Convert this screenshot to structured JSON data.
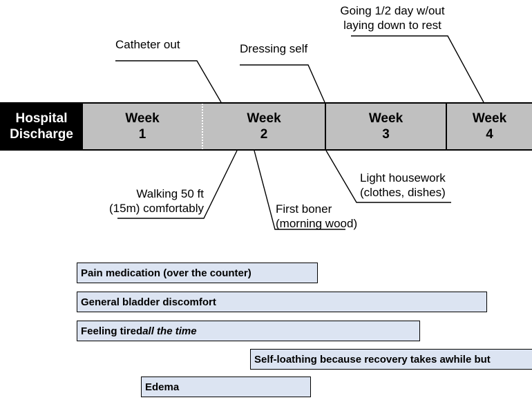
{
  "timeline": {
    "discharge_label_line1": "Hospital",
    "discharge_label_line2": "Discharge",
    "weeks": [
      {
        "word": "Week",
        "number": "1"
      },
      {
        "word": "Week",
        "number": "2"
      },
      {
        "word": "Week",
        "number": "3"
      },
      {
        "word": "Week",
        "number": "4"
      }
    ]
  },
  "callouts_above": [
    {
      "name": "catheter-out",
      "lines": [
        "Catheter out"
      ]
    },
    {
      "name": "dressing-self",
      "lines": [
        "Dressing self"
      ]
    },
    {
      "name": "half-day-no-rest",
      "lines": [
        "Going 1/2 day w/out",
        "laying down to rest"
      ]
    }
  ],
  "callouts_below": [
    {
      "name": "walking-50ft",
      "lines": [
        "Walking 50 ft",
        "(15m) comfortably"
      ]
    },
    {
      "name": "first-boner",
      "lines": [
        "First boner",
        "(morning wood)"
      ]
    },
    {
      "name": "light-housework",
      "lines": [
        "Light housework",
        "(clothes, dishes)"
      ]
    }
  ],
  "symptom_bars": [
    {
      "name": "pain-medication",
      "label": "Pain medication (over the counter)",
      "italic": ""
    },
    {
      "name": "bladder-discomfort",
      "label": "General bladder discomfort",
      "italic": ""
    },
    {
      "name": "feeling-tired",
      "label": "Feeling tired ",
      "italic": "all the time"
    },
    {
      "name": "self-loathing",
      "label": "Self-loathing because recovery takes awhile but",
      "italic": ""
    },
    {
      "name": "edema",
      "label": "Edema",
      "italic": ""
    }
  ],
  "colors": {
    "timeline_fill": "#C0C0C0",
    "discharge_fill": "#000000",
    "bar_fill": "#DCE4F2",
    "stroke": "#000000"
  }
}
